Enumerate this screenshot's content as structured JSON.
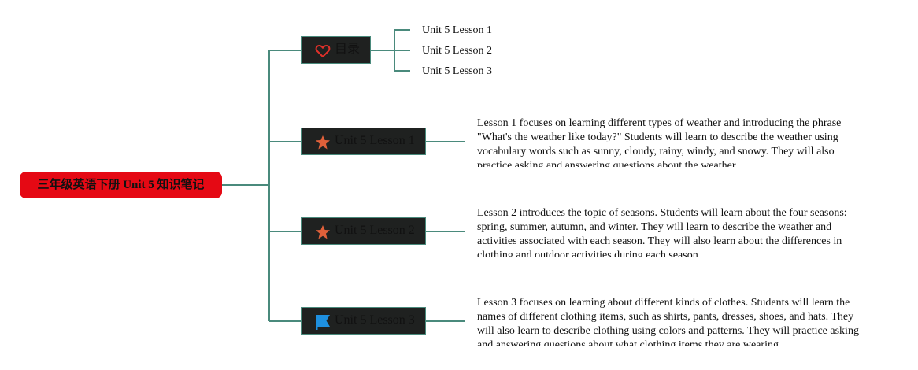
{
  "root": {
    "title": "三年级英语下册 Unit 5 知识笔记"
  },
  "branches": [
    {
      "label": "目录",
      "icon": "heart-icon",
      "children": [
        "Unit 5 Lesson 1",
        "Unit 5 Lesson 2",
        "Unit 5 Lesson 3"
      ]
    },
    {
      "label": "Unit 5 Lesson 1",
      "icon": "star-icon",
      "note": "Lesson 1 focuses on learning different types of weather and introducing the phrase \"What's the weather like today?\" Students will learn to describe the weather using vocabulary words such as sunny, cloudy, rainy, windy, and snowy. They will also practice asking and answering questions about the weather."
    },
    {
      "label": "Unit 5 Lesson 2",
      "icon": "star-icon",
      "note": "Lesson 2 introduces the topic of seasons. Students will learn about the four seasons: spring, summer, autumn, and winter. They will learn to describe the weather and activities associated with each season. They will also learn about the differences in clothing and outdoor activities during each season."
    },
    {
      "label": "Unit 5 Lesson 3",
      "icon": "flag-icon",
      "note": "Lesson 3 focuses on learning about different kinds of clothes. Students will learn the names of different clothing items, such as shirts, pants, dresses, shoes, and hats. They will also learn to describe clothing using colors and patterns. They will practice asking and answering questions about what clothing items they are wearing."
    }
  ],
  "colors": {
    "root_fill": "#e50914",
    "branch_fill": "#1f2120",
    "connector": "#4a8a7c",
    "heart": "#e0302a",
    "star": "#e0603a",
    "flag": "#1e90e0"
  }
}
